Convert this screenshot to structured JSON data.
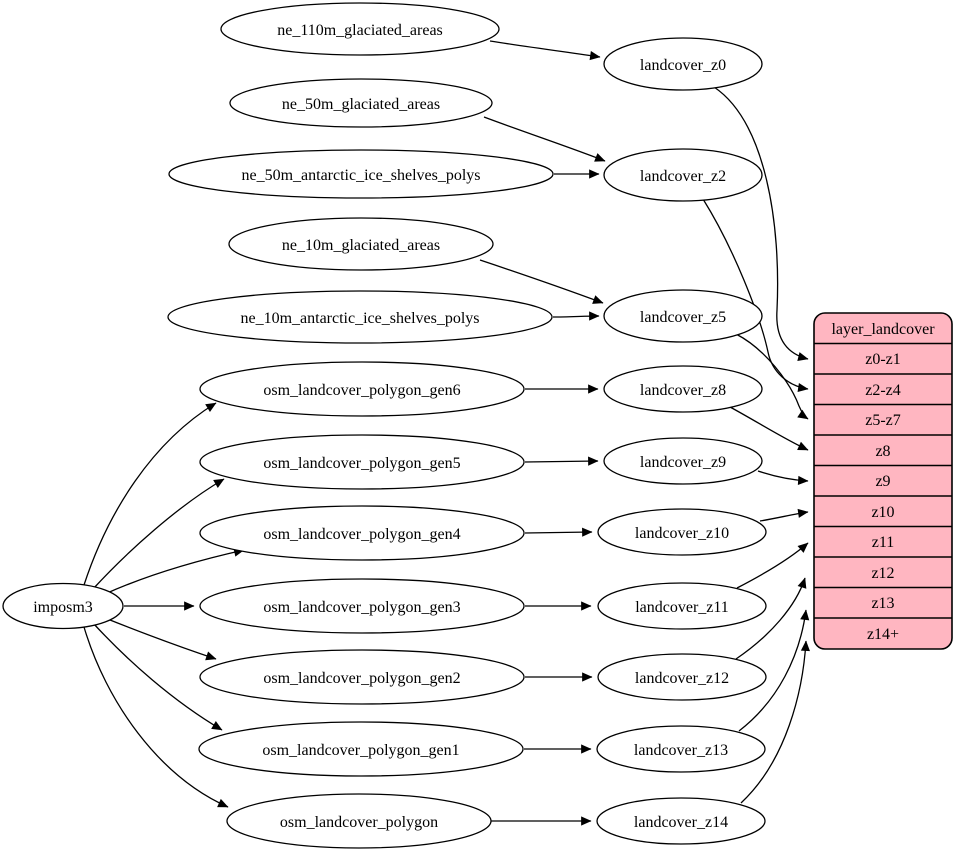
{
  "diagram": {
    "type": "graphviz-etl-flow",
    "colors": {
      "background": "#ffffff",
      "node_fill": "#ffffff",
      "node_stroke": "#000000",
      "edge_stroke": "#000000",
      "table_fill": "#ffb6c1",
      "table_stroke": "#000000",
      "text": "#000000"
    },
    "nodes": [
      {
        "id": "imposm3",
        "label": "imposm3"
      },
      {
        "id": "ne_110m_glaciated_areas",
        "label": "ne_110m_glaciated_areas"
      },
      {
        "id": "ne_50m_glaciated_areas",
        "label": "ne_50m_glaciated_areas"
      },
      {
        "id": "ne_50m_antarctic_ice_shelves_polys",
        "label": "ne_50m_antarctic_ice_shelves_polys"
      },
      {
        "id": "ne_10m_glaciated_areas",
        "label": "ne_10m_glaciated_areas"
      },
      {
        "id": "ne_10m_antarctic_ice_shelves_polys",
        "label": "ne_10m_antarctic_ice_shelves_polys"
      },
      {
        "id": "osm_landcover_polygon_gen6",
        "label": "osm_landcover_polygon_gen6"
      },
      {
        "id": "osm_landcover_polygon_gen5",
        "label": "osm_landcover_polygon_gen5"
      },
      {
        "id": "osm_landcover_polygon_gen4",
        "label": "osm_landcover_polygon_gen4"
      },
      {
        "id": "osm_landcover_polygon_gen3",
        "label": "osm_landcover_polygon_gen3"
      },
      {
        "id": "osm_landcover_polygon_gen2",
        "label": "osm_landcover_polygon_gen2"
      },
      {
        "id": "osm_landcover_polygon_gen1",
        "label": "osm_landcover_polygon_gen1"
      },
      {
        "id": "osm_landcover_polygon",
        "label": "osm_landcover_polygon"
      },
      {
        "id": "landcover_z0",
        "label": "landcover_z0"
      },
      {
        "id": "landcover_z2",
        "label": "landcover_z2"
      },
      {
        "id": "landcover_z5",
        "label": "landcover_z5"
      },
      {
        "id": "landcover_z8",
        "label": "landcover_z8"
      },
      {
        "id": "landcover_z9",
        "label": "landcover_z9"
      },
      {
        "id": "landcover_z10",
        "label": "landcover_z10"
      },
      {
        "id": "landcover_z11",
        "label": "landcover_z11"
      },
      {
        "id": "landcover_z12",
        "label": "landcover_z12"
      },
      {
        "id": "landcover_z13",
        "label": "landcover_z13"
      },
      {
        "id": "landcover_z14",
        "label": "landcover_z14"
      }
    ],
    "table": {
      "header": "layer_landcover",
      "rows": [
        "z0-z1",
        "z2-z4",
        "z5-z7",
        "z8",
        "z9",
        "z10",
        "z11",
        "z12",
        "z13",
        "z14+"
      ]
    },
    "edges": [
      {
        "from": "ne_110m_glaciated_areas",
        "to": "landcover_z0"
      },
      {
        "from": "ne_50m_glaciated_areas",
        "to": "landcover_z2"
      },
      {
        "from": "ne_50m_antarctic_ice_shelves_polys",
        "to": "landcover_z2"
      },
      {
        "from": "ne_10m_glaciated_areas",
        "to": "landcover_z5"
      },
      {
        "from": "ne_10m_antarctic_ice_shelves_polys",
        "to": "landcover_z5"
      },
      {
        "from": "imposm3",
        "to": "osm_landcover_polygon_gen6"
      },
      {
        "from": "imposm3",
        "to": "osm_landcover_polygon_gen5"
      },
      {
        "from": "imposm3",
        "to": "osm_landcover_polygon_gen4"
      },
      {
        "from": "imposm3",
        "to": "osm_landcover_polygon_gen3"
      },
      {
        "from": "imposm3",
        "to": "osm_landcover_polygon_gen2"
      },
      {
        "from": "imposm3",
        "to": "osm_landcover_polygon_gen1"
      },
      {
        "from": "imposm3",
        "to": "osm_landcover_polygon"
      },
      {
        "from": "osm_landcover_polygon_gen6",
        "to": "landcover_z8"
      },
      {
        "from": "osm_landcover_polygon_gen5",
        "to": "landcover_z9"
      },
      {
        "from": "osm_landcover_polygon_gen4",
        "to": "landcover_z10"
      },
      {
        "from": "osm_landcover_polygon_gen3",
        "to": "landcover_z11"
      },
      {
        "from": "osm_landcover_polygon_gen2",
        "to": "landcover_z12"
      },
      {
        "from": "osm_landcover_polygon_gen1",
        "to": "landcover_z13"
      },
      {
        "from": "osm_landcover_polygon",
        "to": "landcover_z14"
      },
      {
        "from": "landcover_z0",
        "to": "layer_landcover:z0-z1"
      },
      {
        "from": "landcover_z2",
        "to": "layer_landcover:z2-z4"
      },
      {
        "from": "landcover_z5",
        "to": "layer_landcover:z5-z7"
      },
      {
        "from": "landcover_z8",
        "to": "layer_landcover:z8"
      },
      {
        "from": "landcover_z9",
        "to": "layer_landcover:z9"
      },
      {
        "from": "landcover_z10",
        "to": "layer_landcover:z10"
      },
      {
        "from": "landcover_z11",
        "to": "layer_landcover:z11"
      },
      {
        "from": "landcover_z12",
        "to": "layer_landcover:z12"
      },
      {
        "from": "landcover_z13",
        "to": "layer_landcover:z13"
      },
      {
        "from": "landcover_z14",
        "to": "layer_landcover:z14+"
      }
    ]
  }
}
